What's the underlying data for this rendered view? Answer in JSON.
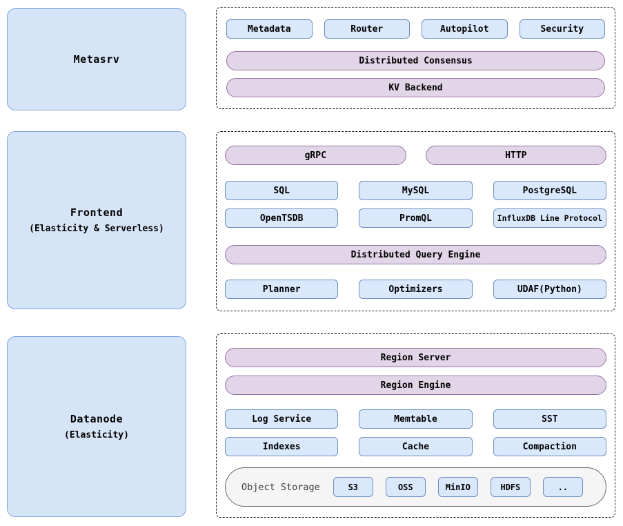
{
  "palette": {
    "blue_fill": "#dae8fc",
    "blue_border": "#6c8ebf",
    "purple_fill": "#e1d5e7",
    "purple_border": "#9673a6",
    "panel_fill": "#d6e4f7",
    "panel_border": "#7ea6e0",
    "storage_fill": "#f5f5f5",
    "storage_border": "#666666"
  },
  "sections": {
    "metasrv": {
      "title": "Metasrv",
      "subtitle": "",
      "components": [
        "Metadata",
        "Router",
        "Autopilot",
        "Security"
      ],
      "pills": [
        "Distributed Consensus",
        "KV Backend"
      ]
    },
    "frontend": {
      "title": "Frontend",
      "subtitle": "(Elasticity & Serverless)",
      "protocol_pills": [
        "gRPC",
        "HTTP"
      ],
      "protocols_row1": [
        "SQL",
        "MySQL",
        "PostgreSQL"
      ],
      "protocols_row2": [
        "OpenTSDB",
        "PromQL",
        "InfluxDB Line Protocol"
      ],
      "engine_pill": "Distributed Query Engine",
      "engine_components": [
        "Planner",
        "Optimizers",
        "UDAF(Python)"
      ]
    },
    "datanode": {
      "title": "Datanode",
      "subtitle": "(Elasticity)",
      "pills": [
        "Region Server",
        "Region Engine"
      ],
      "components_row1": [
        "Log Service",
        "Memtable",
        "SST"
      ],
      "components_row2": [
        "Indexes",
        "Cache",
        "Compaction"
      ],
      "object_storage": {
        "label": "Object Storage",
        "backends": [
          "S3",
          "OSS",
          "MinIO",
          "HDFS",
          ".."
        ]
      }
    }
  }
}
